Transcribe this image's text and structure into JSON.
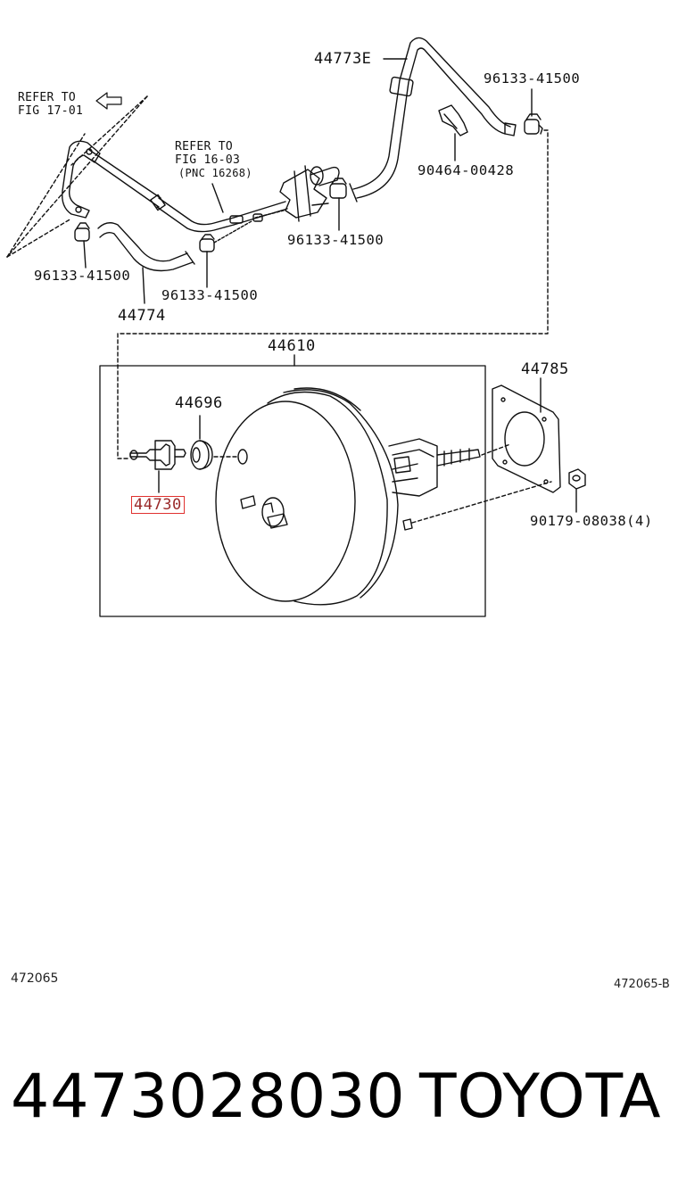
{
  "diagram": {
    "labels": {
      "hose_upper": "44773E",
      "clip_upper_right": "96133-41500",
      "refer_fig17": "REFER TO\nFIG 17-01",
      "refer_fig16_l1": "REFER TO",
      "refer_fig16_l2": "FIG 16-03",
      "refer_fig16_l3": "(PNC 16268)",
      "clamp_bracket": "90464-00428",
      "clip_mid": "96133-41500",
      "clip_left": "96133-41500",
      "clip_center": "96133-41500",
      "hose_lower": "44774",
      "booster_assy": "44610",
      "grommet": "44696",
      "gasket": "44785",
      "check_valve": "44730",
      "nut": "90179-08038(4)"
    },
    "footer": {
      "ref_left": "472065",
      "ref_right": "472065-B"
    },
    "part_number": "4473028030",
    "brand": "TOYOTA",
    "highlight_color": "#e0312f"
  }
}
